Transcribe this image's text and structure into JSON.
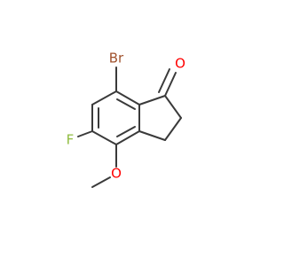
{
  "molecule": {
    "atoms": {
      "bromine": {
        "label": "Br",
        "color": "#a0522d"
      },
      "oxygen_ketone": {
        "label": "O",
        "color": "#ff0000"
      },
      "fluorine": {
        "label": "F",
        "color": "#8fbc3f"
      },
      "oxygen_methoxy": {
        "label": "O",
        "color": "#ff0000"
      }
    },
    "bond_color": "#3a3a3a"
  }
}
